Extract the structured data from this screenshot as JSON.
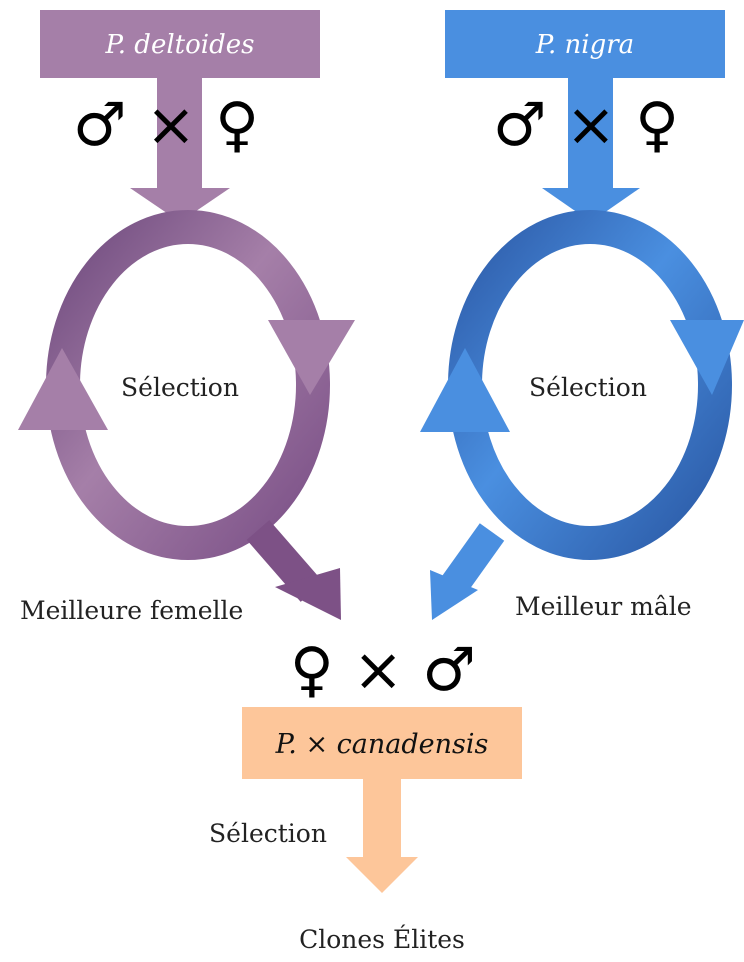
{
  "parents": {
    "left": {
      "name": "P. deltoides",
      "cross": "♂ × ♀",
      "loop_label": "Sélection",
      "output_label": "Meilleure femelle",
      "color": "#a57fa8",
      "ring_color": "#7d5186"
    },
    "right": {
      "name": "P. nigra",
      "cross": "♂ × ♀",
      "loop_label": "Sélection",
      "output_label": "Meilleur mâle",
      "color": "#4a8fe0",
      "ring_color": "#2f63b4"
    }
  },
  "hybrid": {
    "cross": "♀ × ♂",
    "name": "P. × canadensis",
    "color": "#fdc69a"
  },
  "final": {
    "step_label": "Sélection",
    "result": "Clones Élites"
  }
}
